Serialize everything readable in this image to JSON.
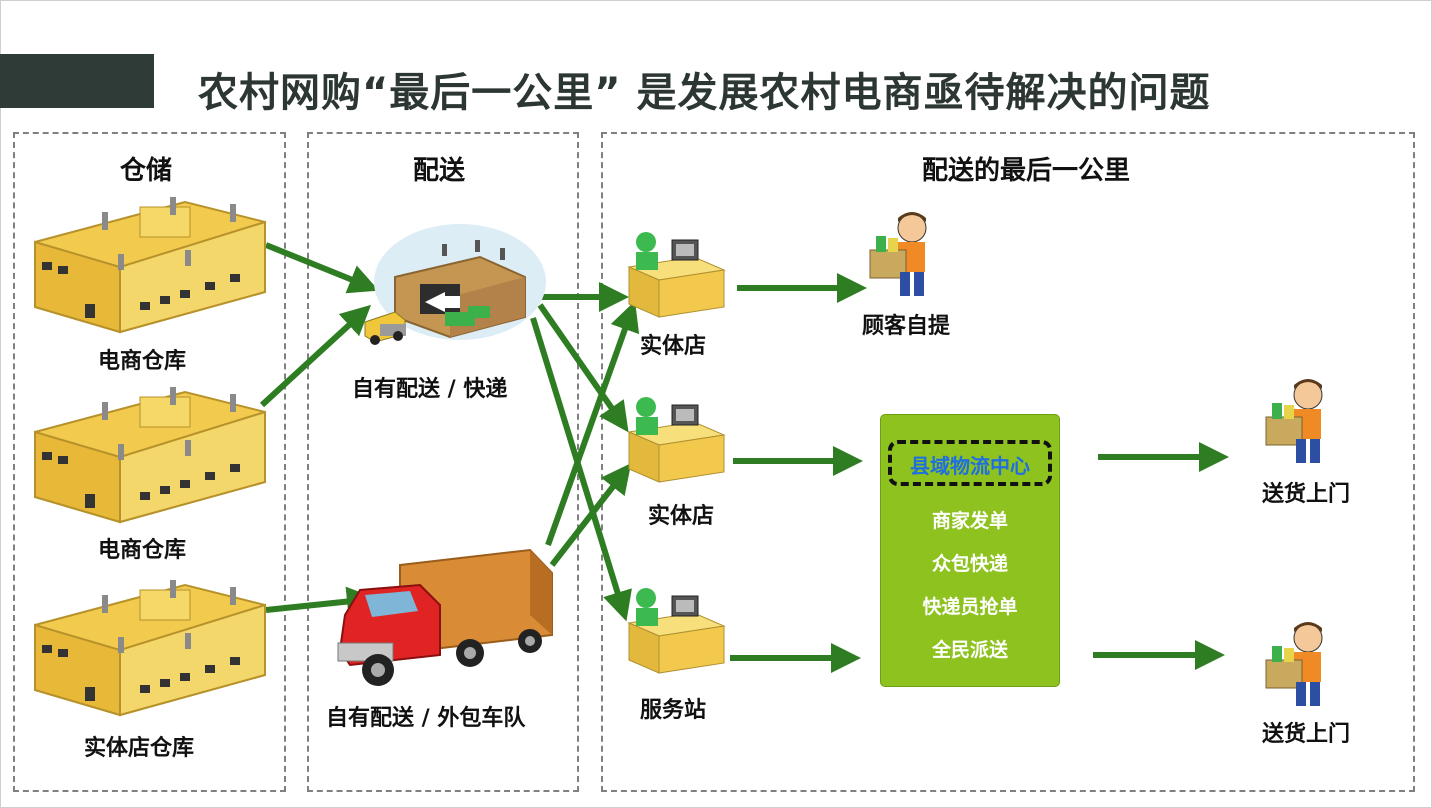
{
  "title": "农村网购“最后一公里” 是发展农村电商亟待解决的问题",
  "sections": {
    "storage": "仓储",
    "delivery": "配送",
    "last_mile": "配送的最后一公里"
  },
  "warehouses": [
    "电商仓库",
    "电商仓库",
    "实体店仓库"
  ],
  "delivery_modes": [
    "自有配送 / 快递",
    "自有配送 / 外包车队"
  ],
  "stores": [
    "实体店",
    "实体店",
    "服务站"
  ],
  "pickup": "顾客自提",
  "logistics_center": {
    "title": "县域物流中心",
    "items": [
      "商家发单",
      "众包快递",
      "快递员抢单",
      "全民派送"
    ]
  },
  "home_delivery": [
    "送货上门",
    "送货上门"
  ],
  "colors": {
    "arrow": "#2e7d22",
    "warehouse": "#f2cb4e",
    "center_box": "#8dc21f",
    "center_title": "#1f6fe0",
    "title_bar": "#2f3b37"
  }
}
